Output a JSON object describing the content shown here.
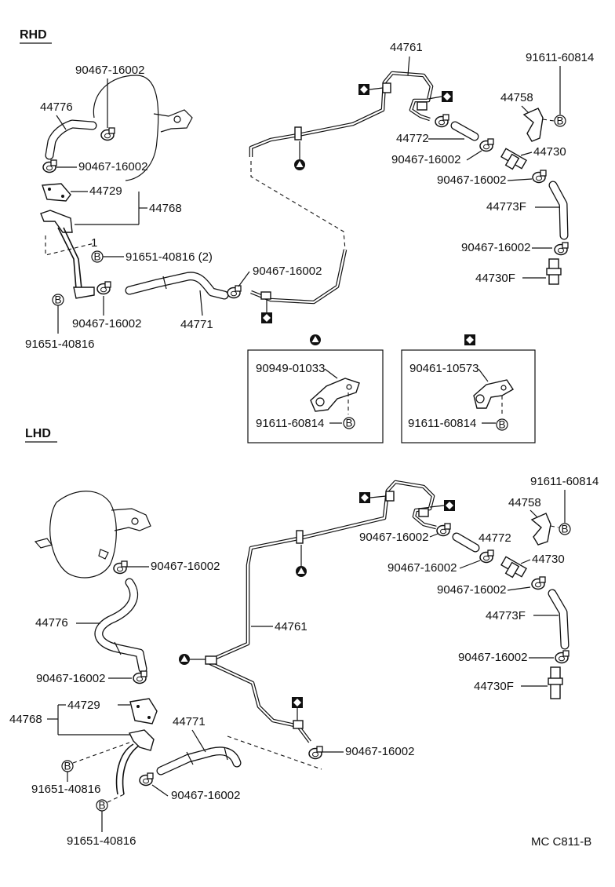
{
  "sections": {
    "rhd": "RHD",
    "lhd": "LHD"
  },
  "symbols": {
    "bolt": "B",
    "triangle_marker": "triangle-symbol",
    "diamond_marker": "diamond-symbol"
  },
  "rhd_labels": {
    "clamp_top": "90467-16002",
    "hose_44776": "44776",
    "clamp_left": "90467-16002",
    "bracket_44729": "44729",
    "assembly_44768": "44768",
    "bolt_note": "1",
    "bolt_pair": "91651-40816 (2)",
    "clamp_bracket": "90467-16002",
    "bolt_left": "91651-40816",
    "hose_44771": "44771",
    "clamp_44771": "90467-16002",
    "pipe_44761": "44761",
    "bolt_top_right": "91611-60814",
    "bracket_44758": "44758",
    "hose_44772": "44772",
    "clamp_44772": "90467-16002",
    "valve_44730": "44730",
    "clamp_44730": "90467-16002",
    "hose_44773f": "44773F",
    "clamp_lower": "90467-16002",
    "valve_44730f": "44730F"
  },
  "detail_triangle": {
    "clip": "90949-01033",
    "bolt": "91611-60814"
  },
  "detail_diamond": {
    "clip": "90461-10573",
    "bolt": "91611-60814"
  },
  "lhd_labels": {
    "clamp_booster": "90467-16002",
    "hose_44776": "44776",
    "clamp_lower_left": "90467-16002",
    "assembly_44768": "44768",
    "bracket_44729": "44729",
    "bolt_upper": "91651-40816",
    "bolt_lower": "91651-40816",
    "hose_44771": "44771",
    "clamp_44771": "90467-16002",
    "pipe_44761": "44761",
    "clamp_pipe_end": "90467-16002",
    "bolt_top_right": "91611-60814",
    "bracket_44758": "44758",
    "clamp_44772_left": "90467-16002",
    "hose_44772": "44772",
    "clamp_44730_left": "90467-16002",
    "valve_44730": "44730",
    "clamp_44773": "90467-16002",
    "hose_44773f": "44773F",
    "clamp_lower": "90467-16002",
    "valve_44730f": "44730F"
  },
  "footer": {
    "code": "MC  C811-B"
  }
}
